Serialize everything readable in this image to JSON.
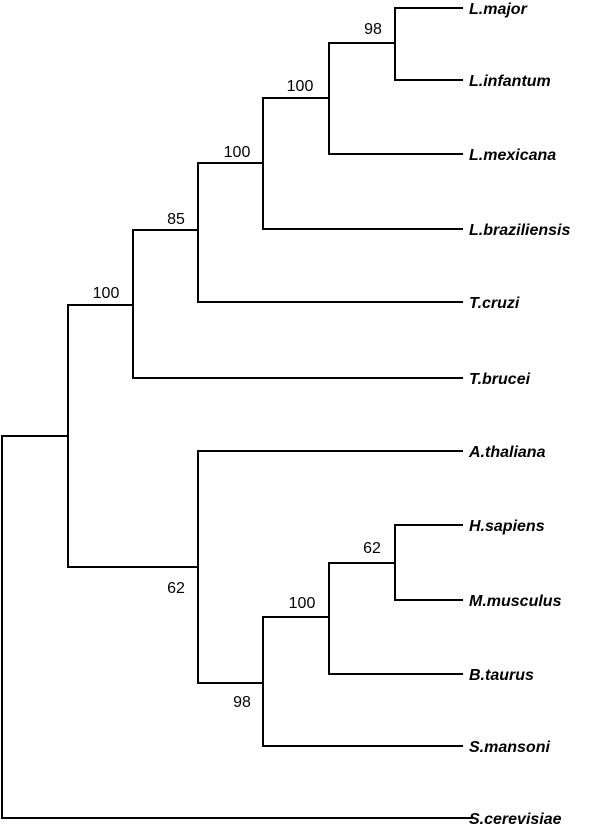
{
  "tree": {
    "taxa": [
      {
        "id": "lmajor",
        "label": "L.major"
      },
      {
        "id": "linfantum",
        "label": "L.infantum"
      },
      {
        "id": "lmexicana",
        "label": "L.mexicana"
      },
      {
        "id": "lbraziliensis",
        "label": "L.braziliensis"
      },
      {
        "id": "tcruzi",
        "label": "T.cruzi"
      },
      {
        "id": "tbrucei",
        "label": "T.brucei"
      },
      {
        "id": "athaliana",
        "label": "A.thaliana"
      },
      {
        "id": "hsapiens",
        "label": "H.sapiens"
      },
      {
        "id": "mmusculus",
        "label": "M.musculus"
      },
      {
        "id": "btaurus",
        "label": "B.taurus"
      },
      {
        "id": "smansoni",
        "label": "S.mansoni"
      },
      {
        "id": "scerevisiae",
        "label": "S.cerevisiae"
      }
    ],
    "support": [
      {
        "node": "major-infantum",
        "value": "98"
      },
      {
        "node": "major-infantum-mexicana",
        "value": "100"
      },
      {
        "node": "leishmania",
        "value": "100"
      },
      {
        "node": "trypanosomatid-cruzi",
        "value": "85"
      },
      {
        "node": "trypanosomatids",
        "value": "100"
      },
      {
        "node": "human-mouse",
        "value": "62"
      },
      {
        "node": "mammals",
        "value": "100"
      },
      {
        "node": "animals",
        "value": "98"
      },
      {
        "node": "plants-animals",
        "value": "62"
      }
    ]
  }
}
